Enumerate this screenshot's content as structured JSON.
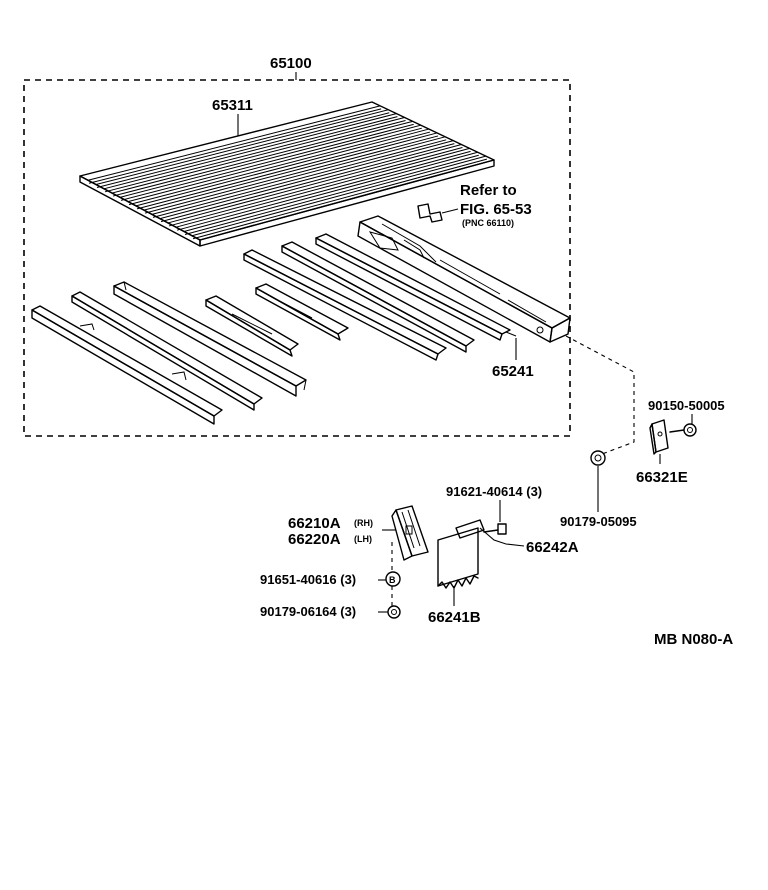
{
  "labels": {
    "assembly": "65100",
    "floor_panel": "65311",
    "refer_line1": "Refer to",
    "refer_line2": "FIG. 65-53",
    "refer_line3": "(PNC 66110)",
    "sill": "65241",
    "bolt_top": "90150-50005",
    "bracket": "66321E",
    "nut_right": "90179-05095",
    "screw_top": "91621-40614 (3)",
    "hinge_rh": "66210A",
    "hinge_rh_side": "(RH)",
    "hinge_lh": "66220A",
    "hinge_lh_side": "(LH)",
    "rear_plate": "66242A",
    "bolt_left": "91651-40616 (3)",
    "nut_left": "90179-06164 (3)",
    "mudflap": "66241B",
    "drawing_code": "MB N080-A"
  }
}
